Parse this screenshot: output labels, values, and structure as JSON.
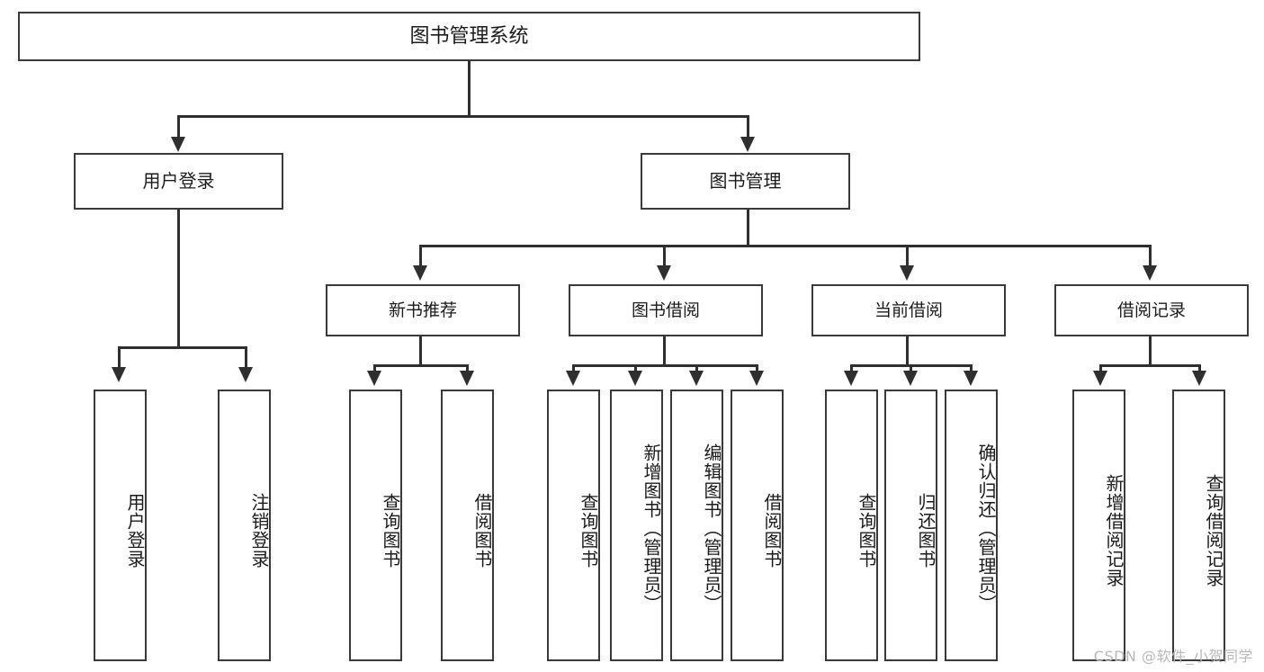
{
  "diagram": {
    "title": "图书管理系统",
    "root": {
      "label": "图书管理系统"
    },
    "level2": [
      {
        "label": "用户登录"
      },
      {
        "label": "图书管理"
      }
    ],
    "level3": [
      {
        "label": "新书推荐"
      },
      {
        "label": "图书借阅"
      },
      {
        "label": "当前借阅"
      },
      {
        "label": "借阅记录"
      }
    ],
    "leaves": {
      "user_login": [
        {
          "label": "用户登录"
        },
        {
          "label": "注销登录"
        }
      ],
      "new_book": [
        {
          "label": "查询图书"
        },
        {
          "label": "借阅图书"
        }
      ],
      "book_borrow": [
        {
          "label": "查询图书"
        },
        {
          "label": "新增图书（管理员）"
        },
        {
          "label": "编辑图书（管理员）"
        },
        {
          "label": "借阅图书"
        }
      ],
      "current_borrow": [
        {
          "label": "查询图书"
        },
        {
          "label": "归还图书"
        },
        {
          "label": "确认归还（管理员）"
        }
      ],
      "borrow_record": [
        {
          "label": "新增借阅记录"
        },
        {
          "label": "查询借阅记录"
        }
      ]
    }
  },
  "watermark": {
    "text": "CSDN @软件_小贺同学"
  },
  "colors": {
    "border": "#3a3a3a",
    "line": "#2f2f2f",
    "background": "#ffffff",
    "text": "#1b1b1b",
    "watermark": "#b8b8b8"
  }
}
